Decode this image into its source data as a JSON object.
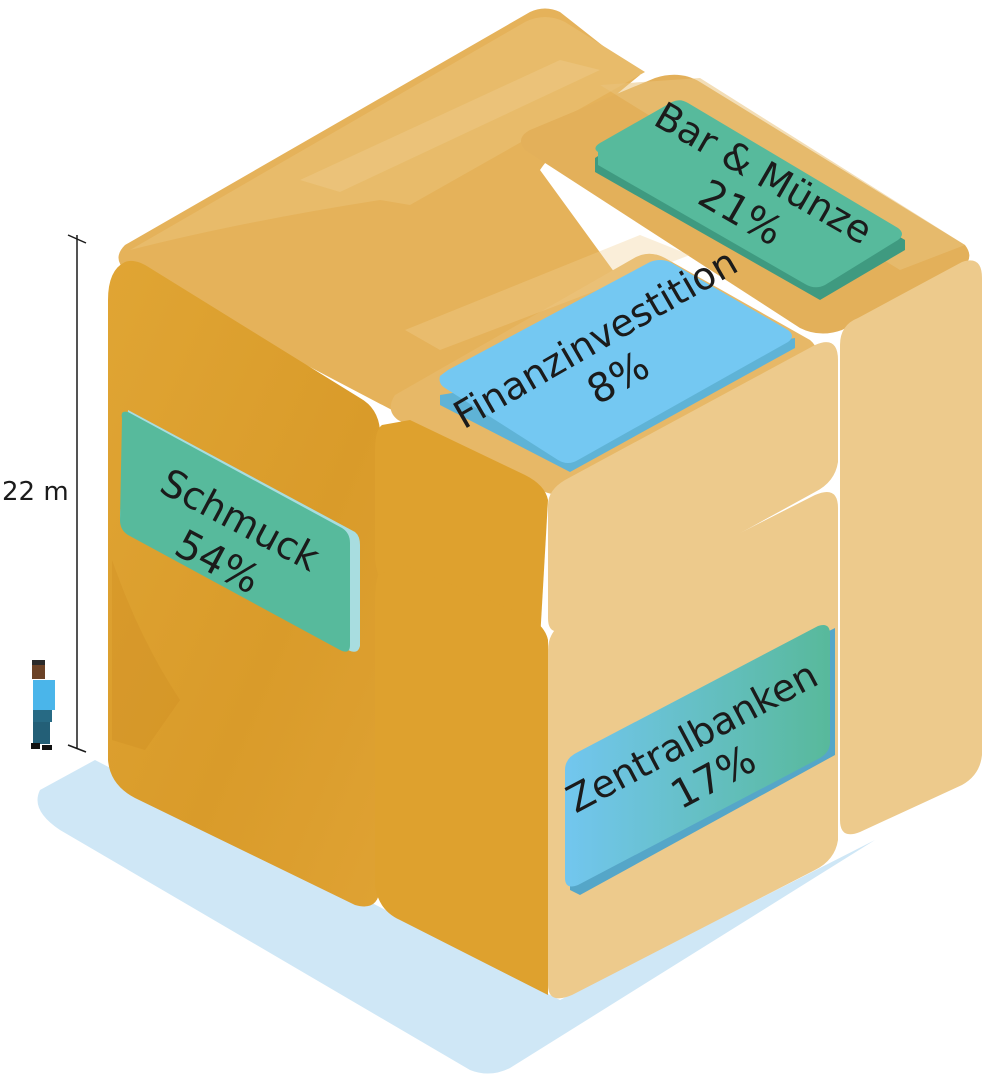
{
  "scale": {
    "height_label": "22 m"
  },
  "segments": [
    {
      "label": "Schmuck",
      "percent": 54,
      "value_text": "54%",
      "panel_color": "#57ba9c"
    },
    {
      "label": "Bar & Münze",
      "percent": 21,
      "value_text": "21%",
      "panel_color": "#57ba9c"
    },
    {
      "label": "Finanzinvestition",
      "percent": 8,
      "value_text": "8%",
      "panel_color": "#74c8f2"
    },
    {
      "label": "Zentralbanken",
      "percent": 17,
      "value_text": "17%",
      "panel_color": "#6ec5e6"
    }
  ],
  "colors": {
    "dark_gold": "#dea12e",
    "mid_gold": "#e5b560",
    "light_gold": "#edcb8e",
    "shadow": "#cfe7f6",
    "person_shirt": "#4ab5ea",
    "person_pants": "#276a84",
    "person_skin": "#6b4226"
  }
}
